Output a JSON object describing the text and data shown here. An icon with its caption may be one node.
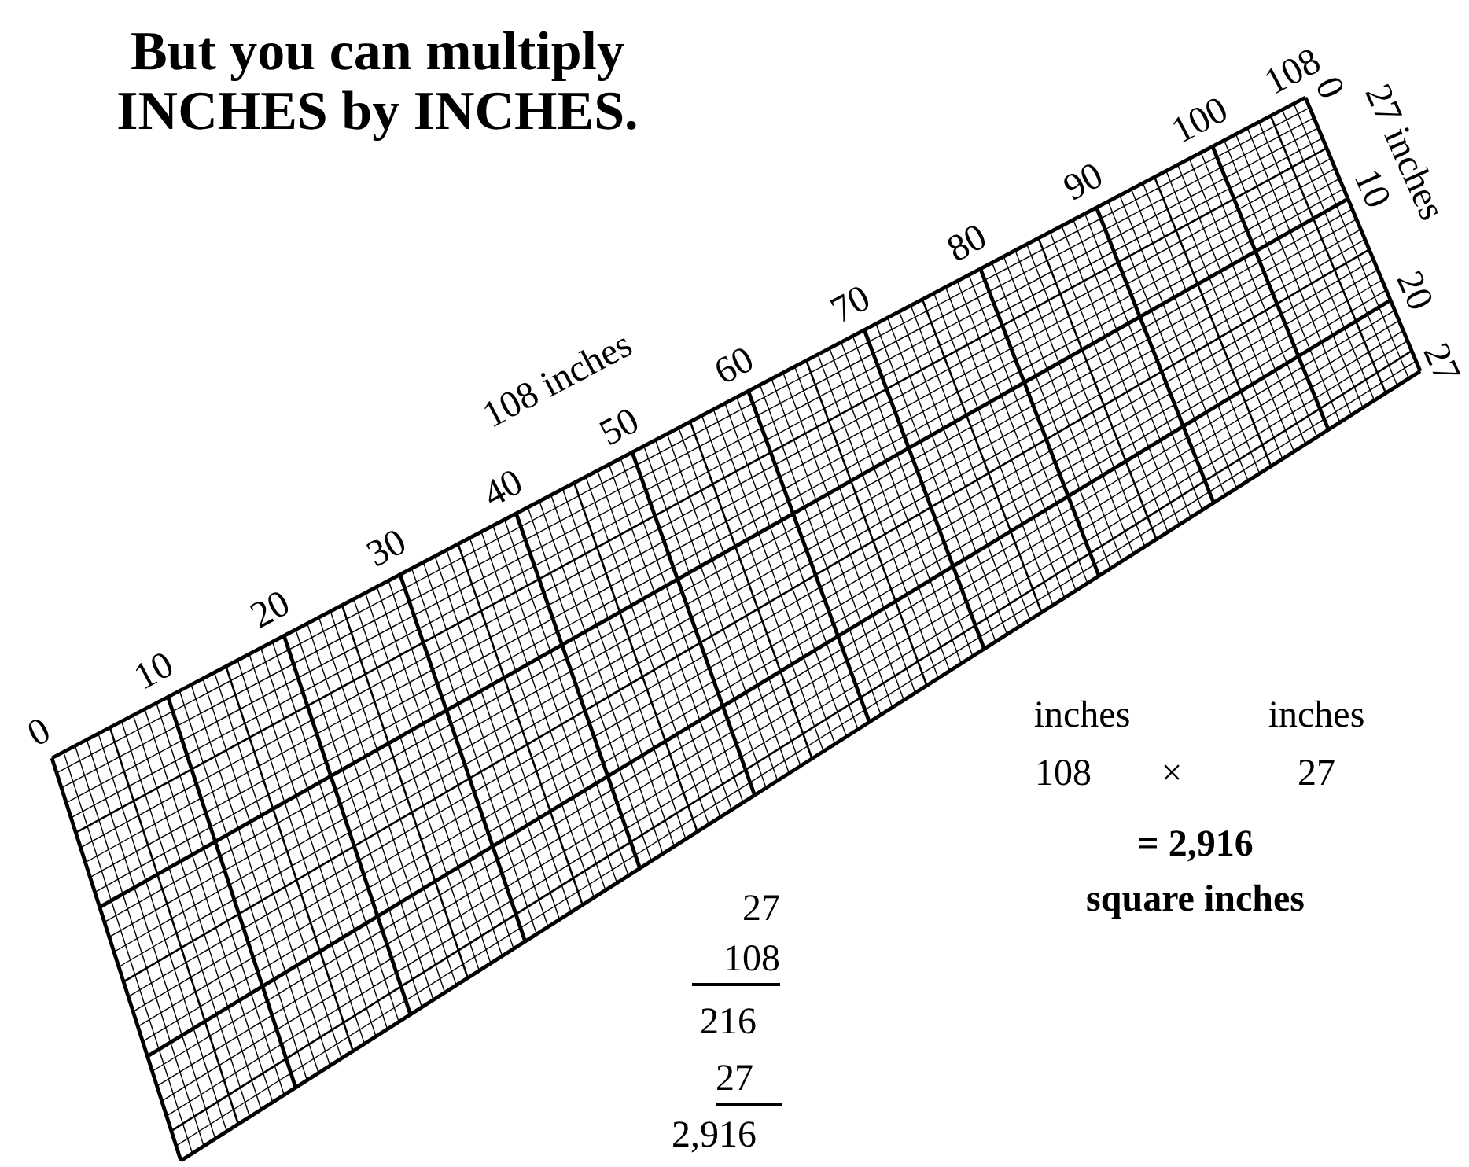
{
  "diagram": {
    "title": "But you can multiply INCHES by INCHES.",
    "labels": [
      "0",
      "10",
      "20",
      "30",
      "40",
      "50",
      "60",
      "70",
      "80",
      "90",
      "100",
      "108",
      "108 inches",
      "0",
      "27 inches",
      "10",
      "20",
      "27",
      "inches",
      "inches",
      "108",
      "×",
      "27",
      "= 2,916",
      "square inches",
      "27",
      "108",
      "216",
      "27",
      "2,916"
    ]
  }
}
